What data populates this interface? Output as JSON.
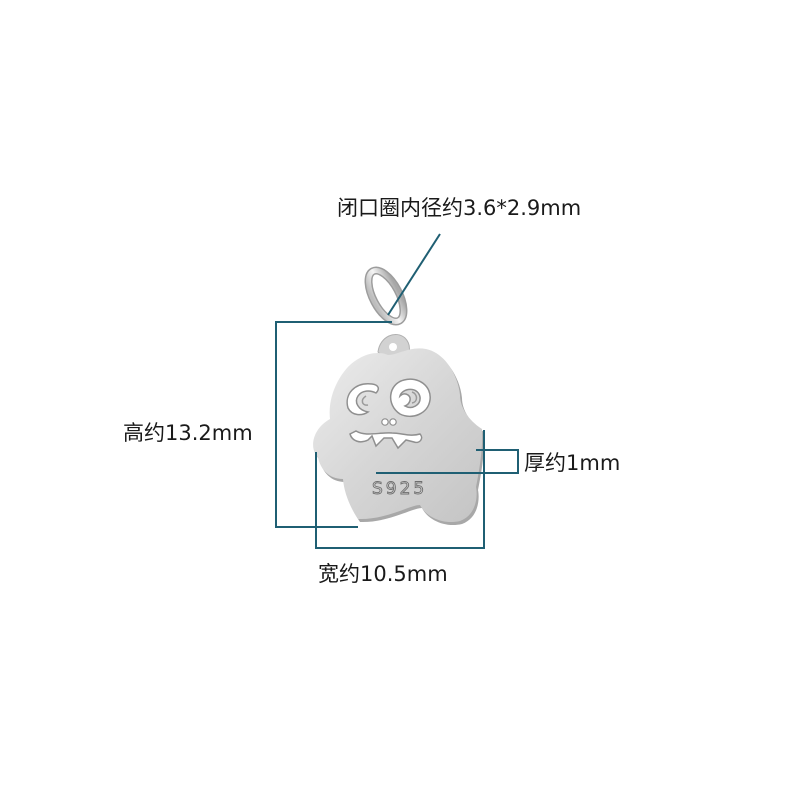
{
  "product": {
    "type": "ghost-shaped silver charm pendant with jump ring",
    "stamp": "S925",
    "colors": {
      "metal": "#d9d9d9",
      "metal_shadow": "#a9a9a9",
      "guide_line": "#1f5f73",
      "background": "#ffffff"
    }
  },
  "dimensions": {
    "ring": "闭口圈内径约3.6*2.9mm",
    "height": "高约13.2mm",
    "thickness": "厚约1mm",
    "width": "宽约10.5mm"
  }
}
